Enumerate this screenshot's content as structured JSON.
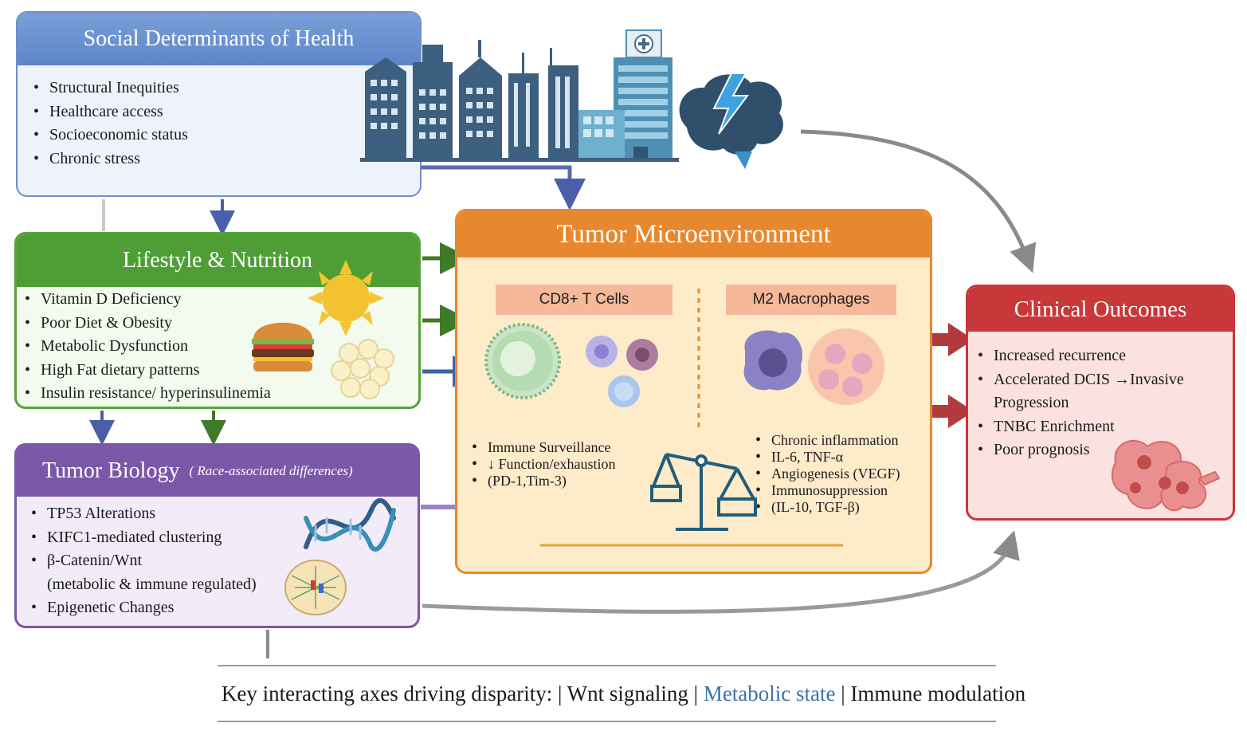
{
  "sdh": {
    "title": "Social Determinants of Health",
    "items": [
      "Structural Inequities",
      "Healthcare access",
      "Socioeconomic status",
      "Chronic stress"
    ]
  },
  "lifestyle": {
    "title": "Lifestyle & Nutrition",
    "items": [
      "Vitamin D Deficiency",
      "Poor Diet & Obesity",
      "Metabolic Dysfunction",
      "High Fat dietary patterns",
      "Insulin resistance/ hyperinsulinemia"
    ]
  },
  "biology": {
    "title": "Tumor Biology",
    "subtitle": "( Race-associated differences)",
    "items": [
      "TP53 Alterations",
      "KIFC1-mediated clustering",
      "β-Catenin/Wnt",
      "Epigenetic Changes"
    ],
    "wnt_note": "(metabolic & immune regulated)"
  },
  "tme": {
    "title": "Tumor Microenvironment",
    "cd8_label": "CD8+ T Cells",
    "m2_label": "M2 Macrophages",
    "cd8_items": [
      "Immune Surveillance",
      "↓ Function/exhaustion"
    ],
    "cd8_note": "(PD-1,Tim-3)",
    "m2_items": [
      "Chronic inflammation",
      "IL-6, TNF-α",
      "Angiogenesis (VEGF)",
      "Immunosuppression"
    ],
    "m2_note": "(IL-10, TGF-β)"
  },
  "clinical": {
    "title": "Clinical Outcomes",
    "items": [
      "Increased recurrence",
      "Accelerated DCIS →Invasive",
      "TNBC Enrichment",
      "Poor prognosis"
    ],
    "dcis_cont": "Progression"
  },
  "footer": {
    "prefix": "Key interacting axes driving disparity: | Wnt signaling | ",
    "metabolic": "Metabolic state",
    "suffix": " | Immune modulation"
  },
  "colors": {
    "sdh": "#6f8fc9",
    "lifestyle": "#4e9e35",
    "biology": "#7b57a8",
    "tme": "#e8882e",
    "clinical": "#c8373a",
    "metabolic_text": "#3a73a8"
  },
  "icons": [
    "city-buildings-icon",
    "hospital-icon",
    "stress-brain-icon",
    "sun-icon",
    "burger-icon",
    "fat-cells-icon",
    "dna-icon",
    "mitosis-cell-icon",
    "t-cell-icon",
    "macrophage-icon",
    "balance-scale-icon",
    "cancer-cells-icon"
  ]
}
